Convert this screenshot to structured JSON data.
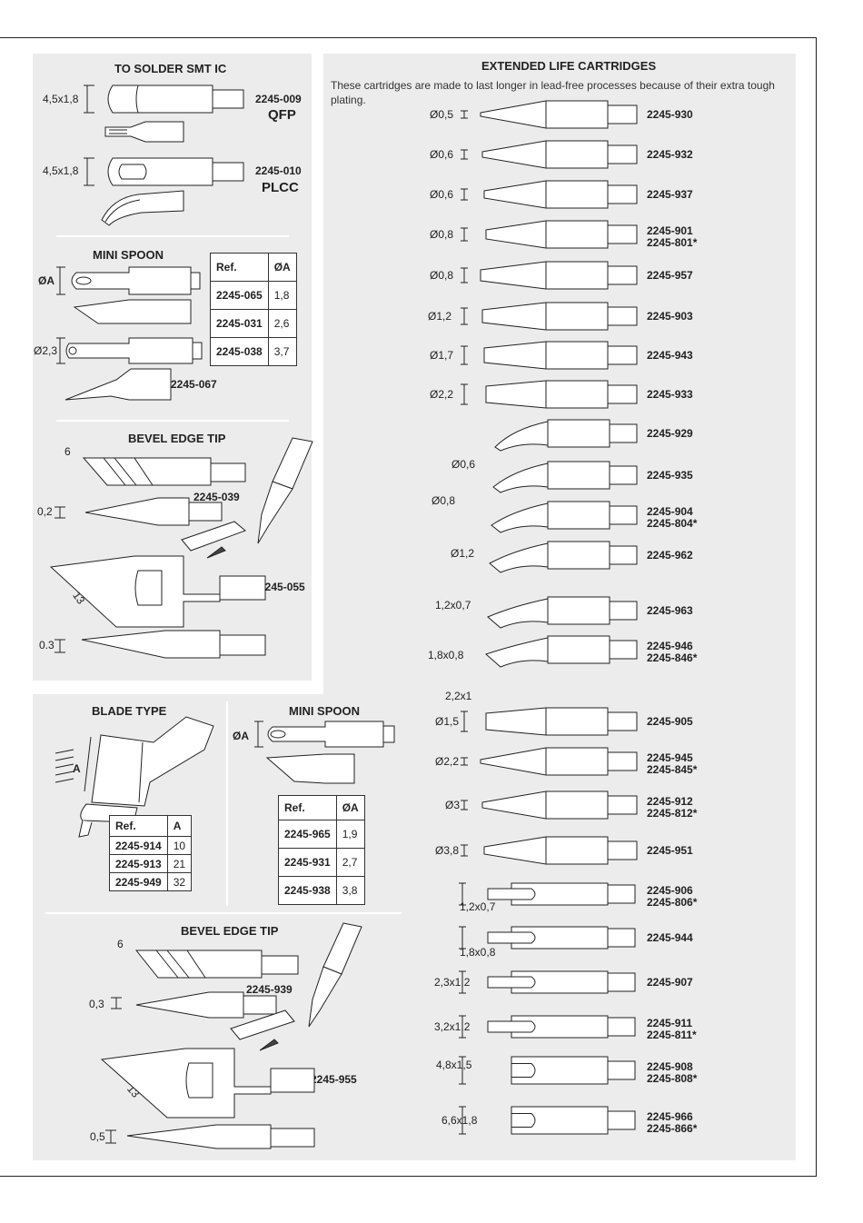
{
  "smt": {
    "title": "TO SOLDER SMT IC",
    "qfp": {
      "dim": "4,5x1,8",
      "ref": "2245-009",
      "name": "QFP"
    },
    "plcc": {
      "dim": "4,5x1,8",
      "ref": "2245-010",
      "name": "PLCC"
    }
  },
  "mini_spoon_1": {
    "title": "MINI SPOON",
    "dim_a": "ØA",
    "dim_b": "Ø2,3",
    "extra_ref": "2245-067",
    "table": {
      "h1": "Ref.",
      "h2": "ØA",
      "rows": [
        [
          "2245-065",
          "1,8"
        ],
        [
          "2245-031",
          "2,6"
        ],
        [
          "2245-038",
          "3,7"
        ]
      ]
    }
  },
  "bevel_1": {
    "title": "BEVEL EDGE TIP",
    "dim6": "6",
    "dim02": "0,2",
    "dim13": "13",
    "dim03": "0.3",
    "ref1": "2245-039",
    "ref2": "2245-055"
  },
  "blade": {
    "title": "BLADE TYPE",
    "dim_a": "A",
    "table": {
      "h1": "Ref.",
      "h2": "A",
      "rows": [
        [
          "2245-914",
          "10"
        ],
        [
          "2245-913",
          "21"
        ],
        [
          "2245-949",
          "32"
        ]
      ]
    }
  },
  "mini_spoon_2": {
    "title": "MINI SPOON",
    "dim_a": "ØA",
    "table": {
      "h1": "Ref.",
      "h2": "ØA",
      "rows": [
        [
          "2245-965",
          "1,9"
        ],
        [
          "2245-931",
          "2,7"
        ],
        [
          "2245-938",
          "3,8"
        ]
      ]
    }
  },
  "bevel_2": {
    "title": "BEVEL EDGE TIP",
    "dim6": "6",
    "dim03": "0,3",
    "dim13": "13",
    "dim05": "0,5",
    "ref1": "2245-939",
    "ref2": "2245-955"
  },
  "extended": {
    "title": "EXTENDED LIFE CARTRIDGES",
    "intro": "These cartridges are made to last longer in lead-free processes because of their extra tough plating.",
    "items": [
      {
        "dim": "Ø0,5",
        "ref1": "2245-930",
        "ref2": ""
      },
      {
        "dim": "Ø0,6",
        "ref1": "2245-932",
        "ref2": ""
      },
      {
        "dim": "Ø0,6",
        "ref1": "2245-937",
        "ref2": ""
      },
      {
        "dim": "Ø0,8",
        "ref1": "2245-901",
        "ref2": "2245-801*"
      },
      {
        "dim": "Ø0,8",
        "ref1": "2245-957",
        "ref2": ""
      },
      {
        "dim": "Ø1,2",
        "ref1": "2245-903",
        "ref2": ""
      },
      {
        "dim": "Ø1,7",
        "ref1": "2245-943",
        "ref2": ""
      },
      {
        "dim": "Ø2,2",
        "ref1": "2245-933",
        "ref2": ""
      },
      {
        "dim": "Ø0,6",
        "ref1": "2245-929",
        "ref2": ""
      },
      {
        "dim": "Ø0,8",
        "ref1": "2245-935",
        "ref2": ""
      },
      {
        "dim": "",
        "ref1": "2245-904",
        "ref2": "2245-804*"
      },
      {
        "dim": "Ø1,2",
        "ref1": "2245-962",
        "ref2": ""
      },
      {
        "dim": "1,2x0,7",
        "ref1": "2245-963",
        "ref2": ""
      },
      {
        "dim": "1,8x0,8",
        "ref1": "2245-946",
        "ref2": "2245-846*"
      },
      {
        "dim": "2,2x1",
        "ref1": "",
        "ref2": ""
      },
      {
        "dim": "Ø1,5",
        "ref1": "2245-905",
        "ref2": ""
      },
      {
        "dim": "Ø2,2",
        "ref1": "2245-945",
        "ref2": "2245-845*"
      },
      {
        "dim": "Ø3",
        "ref1": "2245-912",
        "ref2": "2245-812*"
      },
      {
        "dim": "Ø3,8",
        "ref1": "2245-951",
        "ref2": ""
      },
      {
        "dim": "1,2x0,7",
        "ref1": "2245-906",
        "ref2": "2245-806*"
      },
      {
        "dim": "1,8x0,8",
        "ref1": "2245-944",
        "ref2": ""
      },
      {
        "dim": "2,3x1,2",
        "ref1": "2245-907",
        "ref2": ""
      },
      {
        "dim": "3,2x1,2",
        "ref1": "2245-911",
        "ref2": "2245-811*"
      },
      {
        "dim": "4,8x1,5",
        "ref1": "2245-908",
        "ref2": "2245-808*"
      },
      {
        "dim": "6,6x1,8",
        "ref1": "2245-966",
        "ref2": "2245-866*"
      }
    ]
  }
}
